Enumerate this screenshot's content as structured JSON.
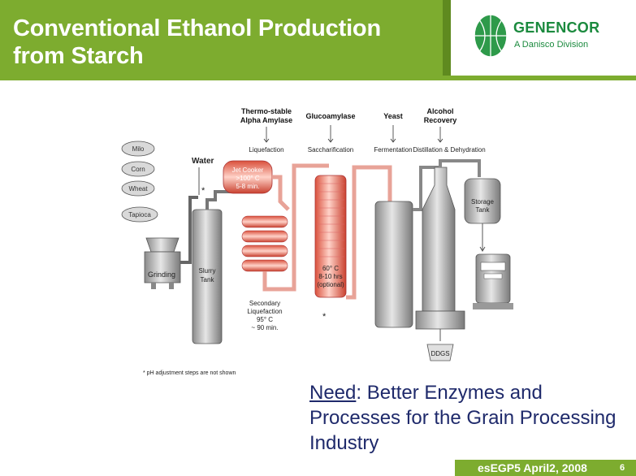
{
  "title": [
    "Conventional Ethanol Production",
    "from Starch"
  ],
  "logo": {
    "name": "GENENCOR",
    "sub": "A Danisco Division"
  },
  "diagram": {
    "feedstocks": [
      "Milo",
      "Corn",
      "Wheat",
      "Tapioca"
    ],
    "water": "Water",
    "grinding": "Grinding",
    "slurry_tank": [
      "Slurry",
      "Tank"
    ],
    "enzymes": {
      "alpha_amylase": [
        "Thermo-stable",
        "Alpha Amylase"
      ],
      "glucoamylase": "Glucoamylase",
      "yeast": "Yeast",
      "alcohol_recovery": [
        "Alcohol",
        "Recovery"
      ]
    },
    "steps": {
      "liquefaction": "Liquefaction",
      "saccharification": "Saccharification",
      "fermentation": "Fermentation",
      "distillation": "Distillation & Dehydration"
    },
    "jet_cooker": [
      "Jet Cooker",
      ">100° C",
      "5-8 min."
    ],
    "secondary": [
      "Secondary",
      "Liquefaction",
      "95° C",
      "~ 90 min."
    ],
    "saccharification_cond": [
      "60° C",
      "8-10 hrs",
      "(optional)"
    ],
    "storage_tank": [
      "Storage",
      "Tank"
    ],
    "ddgs": "DDGS",
    "asterisk": "*",
    "footnote": "* pH adjustment steps are not shown"
  },
  "need": {
    "label": "Need",
    "rest": ": Better Enzymes and Processes for the Grain Processing Industry"
  },
  "footer": {
    "text": "esEGP5 April2, 2008",
    "page": "6"
  }
}
